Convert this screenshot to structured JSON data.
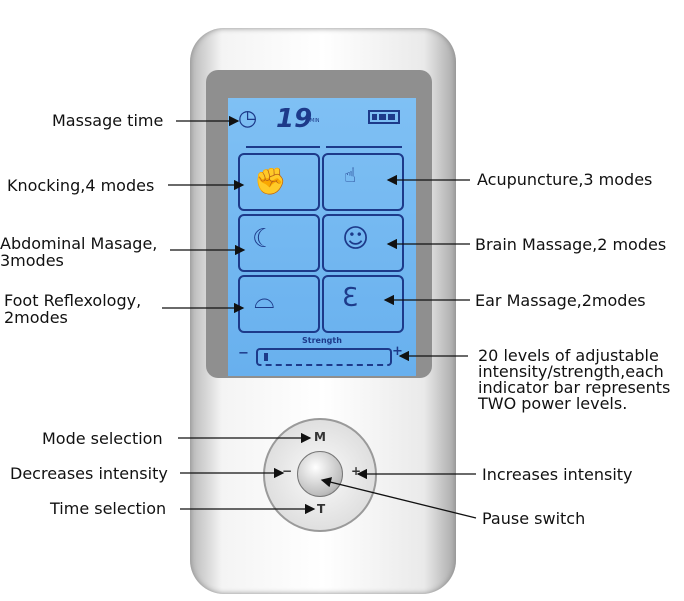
{
  "lcd": {
    "time": "19",
    "time_unit": "MIN",
    "strength_label": "Strength",
    "minus": "−",
    "plus": "+"
  },
  "buttons": {
    "mode": "M",
    "decrease": "−",
    "increase": "+",
    "time": "T"
  },
  "labels": {
    "massage_time": "Massage time",
    "knocking": "Knocking,4 modes",
    "abdominal": [
      "Abdominal Masage,",
      "3modes"
    ],
    "foot": [
      "Foot Reflexology,",
      "2modes"
    ],
    "acupuncture": "Acupuncture,3 modes",
    "brain": "Brain Massage,2 modes",
    "ear": "Ear Massage,2modes",
    "levels": [
      "20 levels of adjustable",
      "intensity/strength,each",
      "indicator bar represents",
      "TWO power levels."
    ],
    "mode_selection": "Mode selection",
    "decrease": "Decreases intensity",
    "time_selection": "Time selection",
    "increase": "Increases intensity",
    "pause": "Pause switch"
  }
}
